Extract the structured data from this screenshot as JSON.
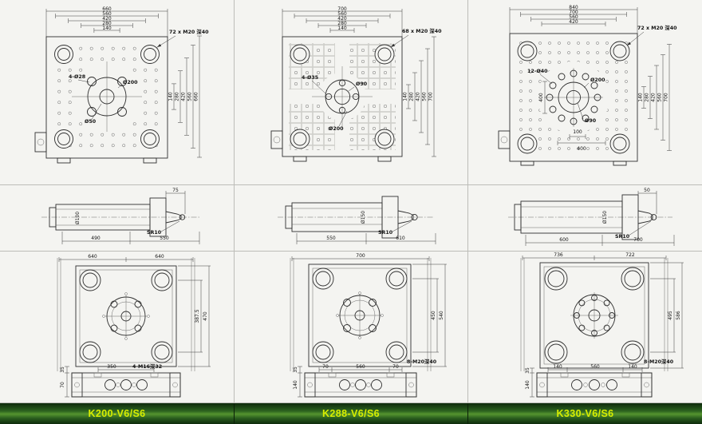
{
  "colors": {
    "background": "#f4f4f1",
    "line": "#2f2f2f",
    "bar_text": "#d8ee00",
    "bar_green_dark": "#0e2a0c",
    "bar_green_mid": "#55942f"
  },
  "panels": [
    {
      "model": "K200-V6/S6",
      "top": {
        "dims_top": [
          "660",
          "560",
          "420",
          "280",
          "140"
        ],
        "dims_right": [
          "140",
          "280",
          "420",
          "560",
          "660"
        ],
        "note": "72 x M20 深40",
        "label_holes": "4-Ø28",
        "label_outer": "Ø200",
        "label_center": "Ø50"
      },
      "side": {
        "top_dim": "75",
        "diameter": "Ø100",
        "tip": "SR10",
        "bottom_dims": [
          "490",
          "550"
        ]
      },
      "bottom": {
        "dims_top": [
          "640",
          "640"
        ],
        "dims_right": [
          "387.5",
          "470"
        ],
        "left_dims": [
          "35",
          "70"
        ],
        "plate_dims": [
          "350"
        ],
        "plate_note": "4-M16深32"
      }
    },
    {
      "model": "K288-V6/S6",
      "top": {
        "dims_top": [
          "700",
          "560",
          "420",
          "280",
          "140"
        ],
        "dims_right": [
          "140",
          "280",
          "420",
          "560",
          "700"
        ],
        "note": "68 x M20 深40",
        "label_holes": "4-Ø35",
        "label_outer": "Ø90",
        "label_center": "Ø200"
      },
      "side": {
        "diameter": "Ø150",
        "tip": "SR10",
        "bottom_dims": [
          "550",
          "610"
        ]
      },
      "bottom": {
        "dims_top": [
          "700"
        ],
        "dims_right": [
          "450",
          "540"
        ],
        "left_dims": [
          "35",
          "140"
        ],
        "plate_dims": [
          "70",
          "560",
          "70"
        ],
        "plate_note": "8-M20深40"
      }
    },
    {
      "model": "K330-V6/S6",
      "top": {
        "dims_top": [
          "840",
          "700",
          "560",
          "420"
        ],
        "dims_right": [
          "140",
          "280",
          "420",
          "560",
          "700"
        ],
        "note": "72 x M20 深40",
        "label_holes": "12-Ø40",
        "label_outer": "Ø200",
        "label_center": "Ø90",
        "dim_left": "400",
        "dims_small": [
          "100",
          "400"
        ]
      },
      "side": {
        "top_dim": "50",
        "diameter": "Ø150",
        "tip": "SR10",
        "bottom_dims": [
          "600",
          "700"
        ]
      },
      "bottom": {
        "dims_top": [
          "736",
          "722"
        ],
        "dims_right": [
          "495",
          "586"
        ],
        "left_dims": [
          "35",
          "140"
        ],
        "plate_dims": [
          "140",
          "560",
          "140"
        ],
        "plate_note": "8-M20深40"
      }
    }
  ]
}
